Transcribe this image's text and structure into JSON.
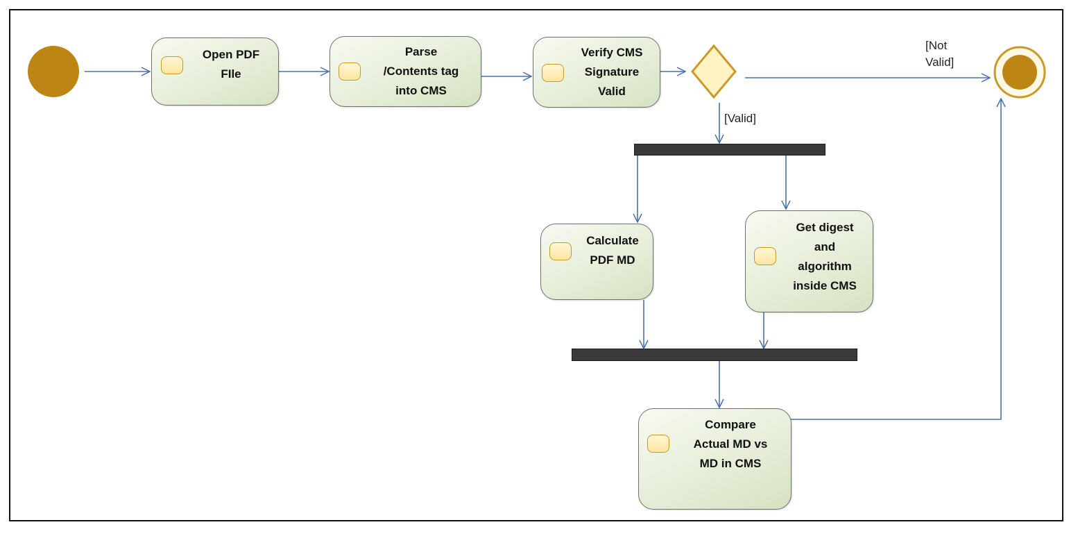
{
  "actions": {
    "open_pdf": {
      "label": "Open PDF\nFIle"
    },
    "parse_contents": {
      "label": "Parse\n/Contents tag\ninto CMS"
    },
    "verify_signature": {
      "label": "Verify CMS\nSignature\nValid"
    },
    "calculate_md": {
      "label": "Calculate\nPDF MD"
    },
    "get_digest": {
      "label": "Get digest\nand\nalgorithm\ninside CMS"
    },
    "compare_md": {
      "label": "Compare\nActual MD vs\nMD in CMS"
    }
  },
  "guards": {
    "not_valid": "[Not\nValid]",
    "valid": "[Valid]"
  },
  "colors": {
    "initial_node": "#bd8514",
    "final_node": "#bd8514",
    "decision_fill": "#fff3c4",
    "decision_stroke": "#c99a2a",
    "flow_line": "#4a72a8",
    "action_fill": "#e3ecd3",
    "bar": "#3a3a3a"
  }
}
